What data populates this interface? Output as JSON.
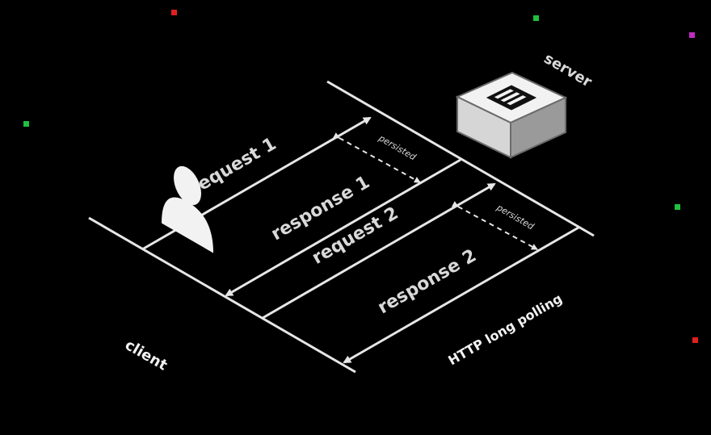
{
  "diagram": {
    "server_label": "server",
    "client_label": "client",
    "caption": "HTTP long polling",
    "messages": [
      {
        "label": "request 1"
      },
      {
        "label": "response 1"
      },
      {
        "label": "request 2"
      },
      {
        "label": "response 2"
      }
    ],
    "gaps": [
      {
        "label": "persisted"
      },
      {
        "label": "persisted"
      }
    ],
    "colors": {
      "background": "#000000",
      "lines": "#e6e6e6",
      "text": "#d9d9d9",
      "dots": [
        "#e02020",
        "#1ec040",
        "#c02ac0"
      ]
    }
  }
}
